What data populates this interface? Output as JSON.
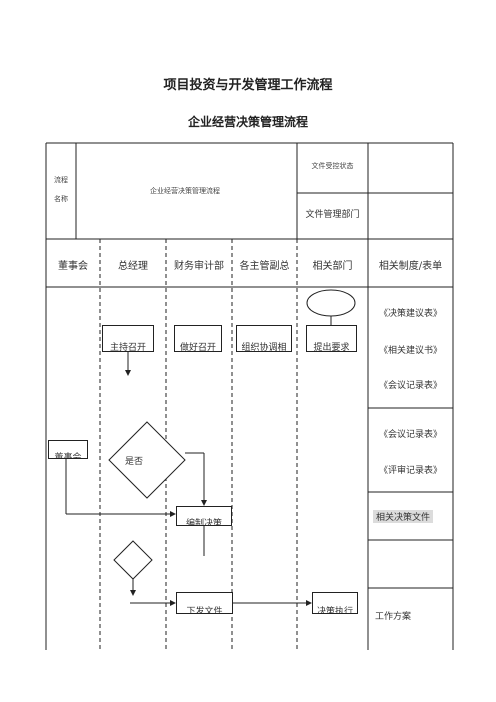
{
  "titles": {
    "main": "项目投资与开发管理工作流程",
    "sub": "企业经营决策管理流程"
  },
  "info_table": {
    "process_label_1": "流程",
    "process_label_2": "名称",
    "process_name": "企业经营决策管理流程",
    "file_status_label": "文件受控状态",
    "file_dept_label": "文件管理部门"
  },
  "lanes": [
    "董事会",
    "总经理",
    "财务审计部",
    "各主管副总",
    "相关部门",
    "相关制度/表单"
  ],
  "nodes": {
    "host": "主持召开",
    "prepare": "做好召开",
    "organize": "组织协调相",
    "propose": "提出要求",
    "board": "董事会",
    "decision": "是否",
    "record": "编制决策",
    "issue": "下发文件",
    "execute": "决策执行"
  },
  "forms": {
    "f1": "《决策建议表》",
    "f2": "《相关建议书》",
    "f3": "《会议记录表》",
    "f4": "《会议记录表》",
    "f5": "《评审记录表》",
    "f6": "相关决策文件",
    "f7": "工作方案"
  },
  "colors": {
    "highlight": "#dcdcdc",
    "line": "#222222"
  }
}
